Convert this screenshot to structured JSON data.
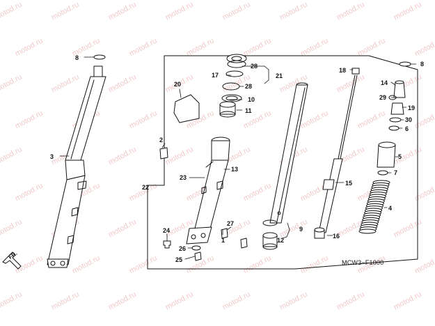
{
  "watermark": "motod.ru",
  "diagram_code": "MCW3~F1000",
  "direction_label": "FR.",
  "callouts": {
    "c1": "1",
    "c2": "2",
    "c3": "3",
    "c4": "4",
    "c5": "5",
    "c6": "6",
    "c7": "7",
    "c8a": "8",
    "c8b": "8",
    "c9": "9",
    "c10": "10",
    "c11": "11",
    "c12": "12",
    "c13": "13",
    "c14": "14",
    "c15": "15",
    "c16": "16",
    "c17": "17",
    "c18": "18",
    "c19": "19",
    "c20": "20",
    "c21": "21",
    "c22": "22",
    "c23": "23",
    "c24": "24",
    "c25": "25",
    "c26": "26",
    "c27": "27",
    "c28": "28",
    "c29": "29",
    "c30": "30"
  }
}
